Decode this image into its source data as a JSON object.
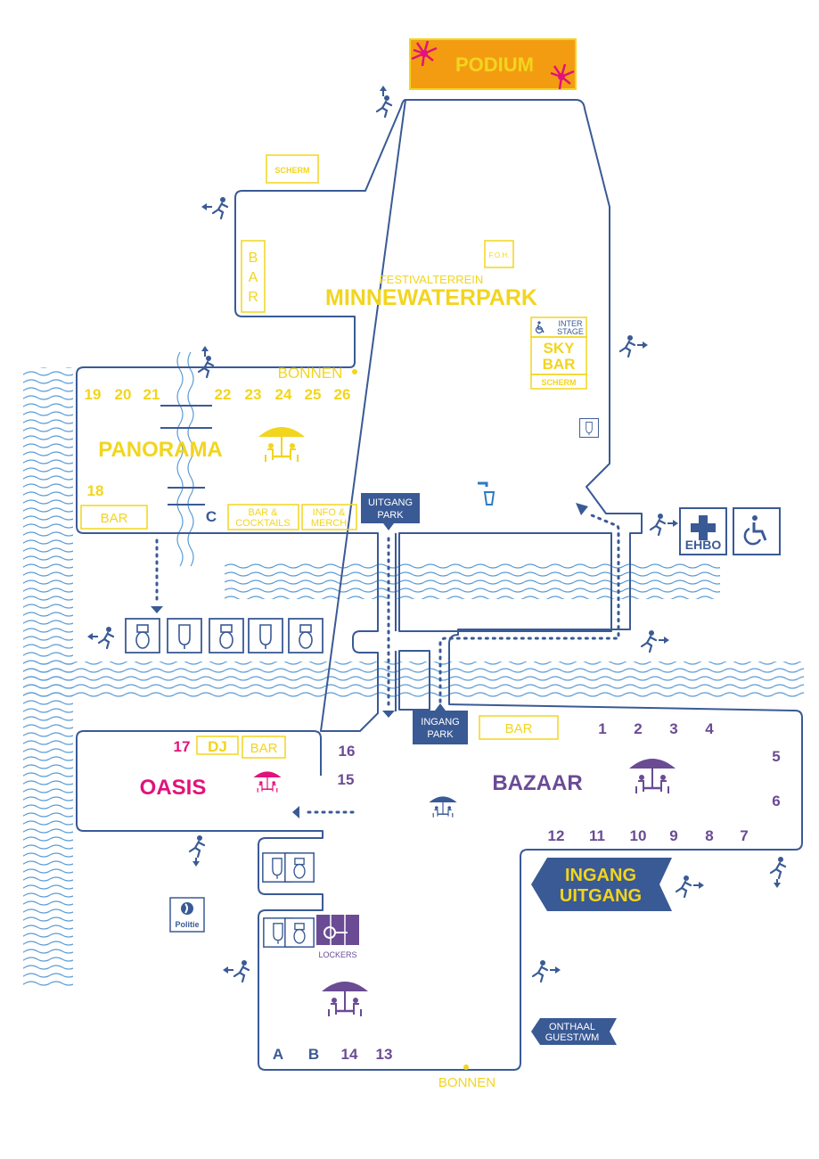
{
  "header": {
    "podium": "PODIUM"
  },
  "venue": {
    "subtitle": "FESTIVALTERREIN",
    "title": "MINNEWATERPARK"
  },
  "labels": {
    "scherm_top": "SCHERM",
    "bar_vertical": [
      "B",
      "A",
      "R"
    ],
    "foh": "F.O.H.",
    "inter_stage": [
      "INTER",
      "STAGE"
    ],
    "sky_bar": [
      "SKY",
      "BAR"
    ],
    "scherm_sky": "SCHERM",
    "bonnen_top": "BONNEN",
    "panorama": "PANORAMA",
    "bar_panorama": "BAR",
    "c_label": "C",
    "bar_cocktails": [
      "BAR &",
      "COCKTAILS"
    ],
    "info_merch": [
      "INFO &",
      "MERCH"
    ],
    "uitgang_park": [
      "UITGANG",
      "PARK"
    ],
    "ehbo": "EHBO",
    "ingang_park": [
      "INGANG",
      "PARK"
    ],
    "bar_bazaar": "BAR",
    "dj": "DJ",
    "bar_oasis": "BAR",
    "oasis": "OASIS",
    "bazaar": "BAZAAR",
    "ingang_uitgang": [
      "INGANG",
      "UITGANG"
    ],
    "politie": "Politie",
    "lockers": "LOCKERS",
    "onthaal": [
      "ONTHAAL",
      "GUEST/WM"
    ],
    "bonnen_bottom": "BONNEN"
  },
  "numbers": {
    "panorama_row": [
      "19",
      "20",
      "21",
      "22",
      "23",
      "24",
      "25",
      "26"
    ],
    "panorama_18": "18",
    "oasis_17": "17",
    "oasis_16": "16",
    "oasis_15": "15",
    "bazaar_top": [
      "1",
      "2",
      "3",
      "4"
    ],
    "bazaar_right": [
      "5",
      "6"
    ],
    "bazaar_bottom": [
      "12",
      "11",
      "10",
      "9",
      "8",
      "7"
    ],
    "south_row": [
      "A",
      "B",
      "14",
      "13"
    ]
  },
  "colors": {
    "navy": "#3a5a95",
    "yellow": "#f2d51e",
    "purple": "#6a4b94",
    "magenta": "#e2127a",
    "orange": "#f39c12",
    "water": "#5a9bd5"
  },
  "icons": [
    "exit-arrow-icon",
    "toilet-icon",
    "urinal-icon",
    "parasol-table-icon",
    "first-aid-icon",
    "wheelchair-icon",
    "water-tap-icon",
    "locker-icon",
    "police-icon"
  ]
}
